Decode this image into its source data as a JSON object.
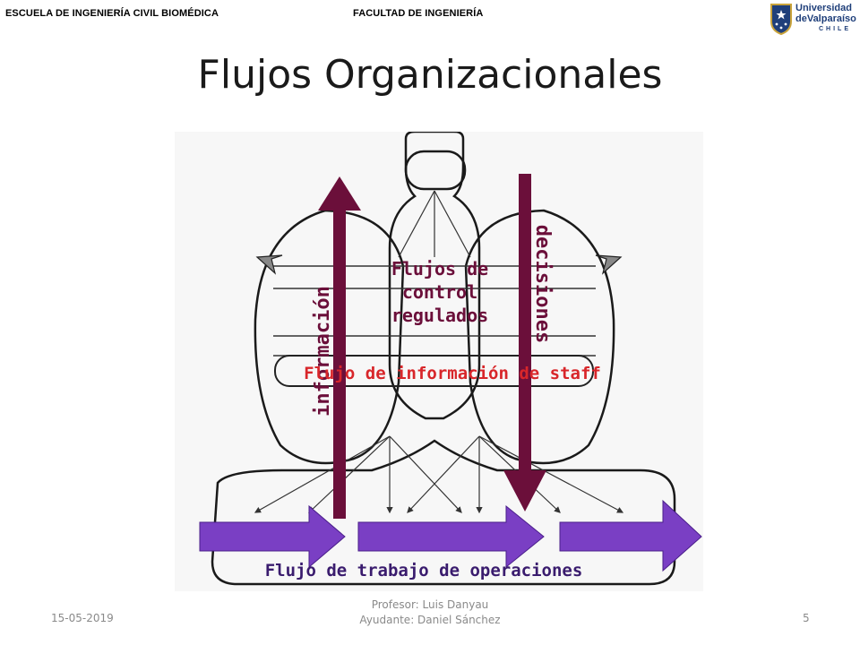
{
  "header": {
    "school": "ESCUELA DE INGENIERÍA CIVIL BIOMÉDICA",
    "faculty": "FACULTAD DE INGENIERÍA",
    "logo": {
      "line1": "Universidad",
      "line2": "deValparaíso",
      "line3": "CHILE",
      "icon": "shield-crest-icon",
      "color": "#1f3f7a"
    }
  },
  "title": "Flujos Organizacionales",
  "diagram": {
    "labels": {
      "information": "información",
      "decisions": "decisiones",
      "control_line1": "Flujos de",
      "control_line2": "control",
      "control_line3": "regulados",
      "staff": "Flujo de información de staff",
      "operations": "Flujo de trabajo de operaciones"
    },
    "colors": {
      "vertical_arrows": "#6b0f3a",
      "horizontal_arrows": "#7a3fc4",
      "staff_text": "#d8262a",
      "label_text": "#6b0f3a",
      "operations_text": "#3a1c6e"
    }
  },
  "footer": {
    "date": "15-05-2019",
    "professor": "Profesor: Luis Danyau",
    "assistant": "Ayudante: Daniel Sánchez",
    "page": "5"
  }
}
